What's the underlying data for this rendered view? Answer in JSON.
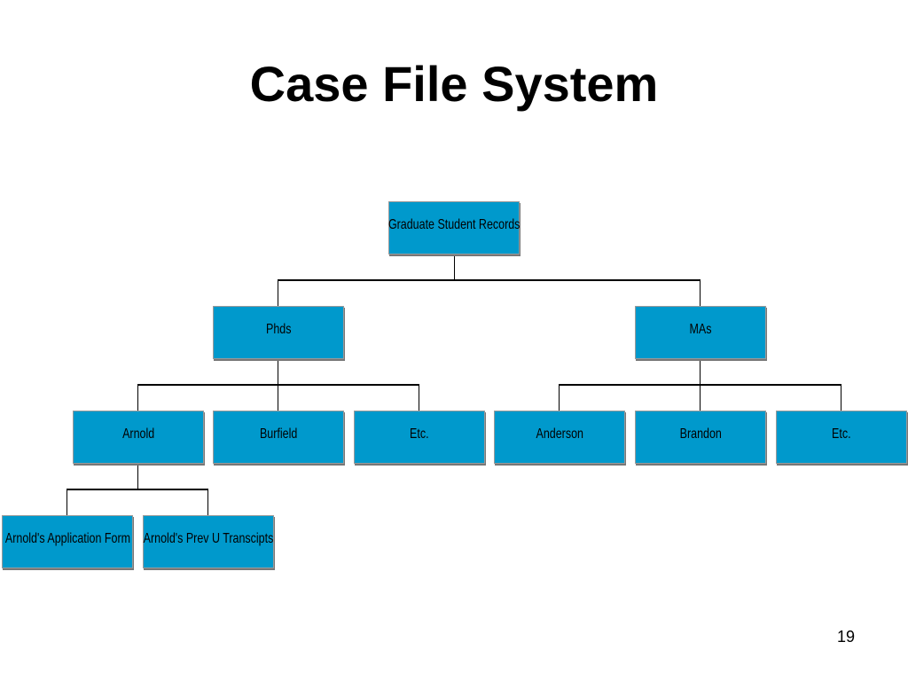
{
  "slide": {
    "title": "Case File System",
    "page_number": "19"
  },
  "tree": {
    "root": "Graduate Student Records",
    "level1": [
      "Phds",
      "MAs"
    ],
    "phds_children": [
      "Arnold",
      "Burfield",
      "Etc."
    ],
    "mas_children": [
      "Anderson",
      "Brandon",
      "Etc."
    ],
    "arnold_children": [
      "Arnold's Application Form",
      "Arnold's Prev U Transcipts"
    ]
  },
  "colors": {
    "node_fill": "#0099cc",
    "connector": "#000000"
  }
}
